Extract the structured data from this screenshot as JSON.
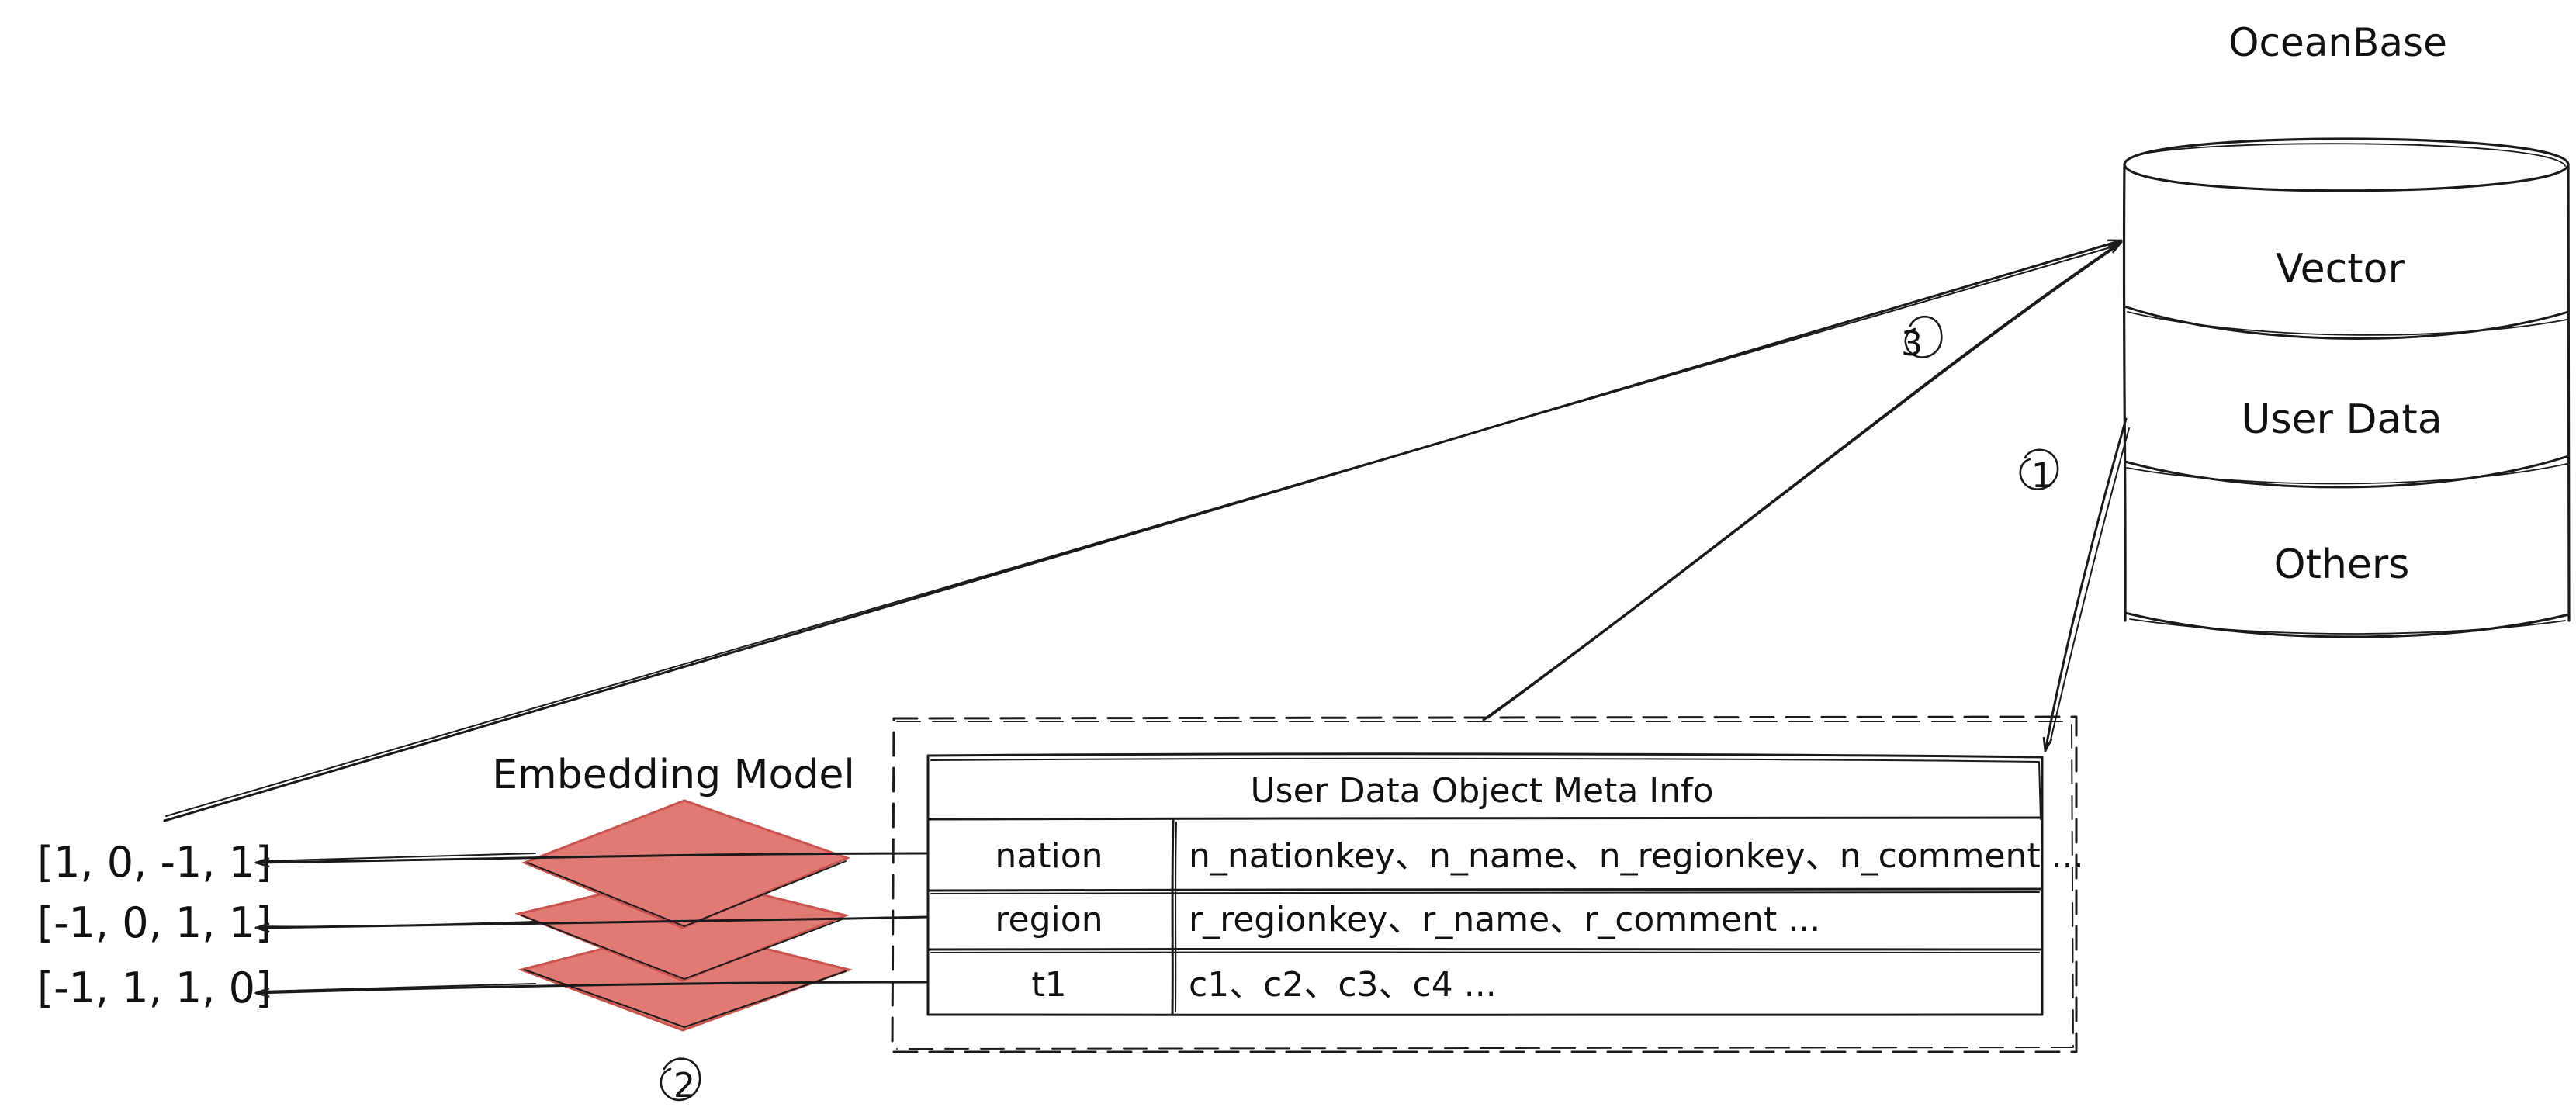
{
  "database": {
    "title": "OceanBase",
    "layers": [
      "Vector",
      "User Data",
      "Others"
    ]
  },
  "embedding_model": {
    "title": "Embedding Model"
  },
  "vectors": [
    "[1, 0, -1, 1]",
    "[-1, 0, 1, 1]",
    "[-1, 1, 1, 0]"
  ],
  "meta_table": {
    "header": "User Data Object Meta Info",
    "rows": [
      {
        "name": "nation",
        "columns": "n_nationkey、n_name、n_regionkey、n_comment ..."
      },
      {
        "name": "region",
        "columns": "r_regionkey、r_name、r_comment ..."
      },
      {
        "name": "t1",
        "columns": "c1、c2、c3、c4 ..."
      }
    ]
  },
  "steps": [
    "1",
    "2",
    "3"
  ],
  "colors": {
    "ink": "#1a1a1a",
    "model_fill": "#e07a73",
    "model_stroke": "#c9544d"
  }
}
